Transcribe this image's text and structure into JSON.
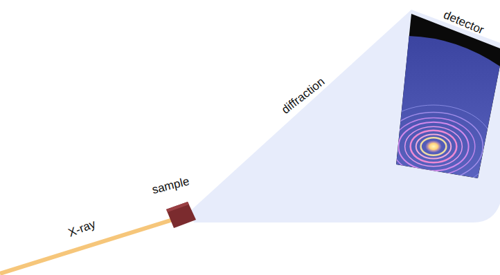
{
  "diagram": {
    "labels": [
      "X-ray",
      "sample",
      "diffraction",
      "detector"
    ]
  }
}
